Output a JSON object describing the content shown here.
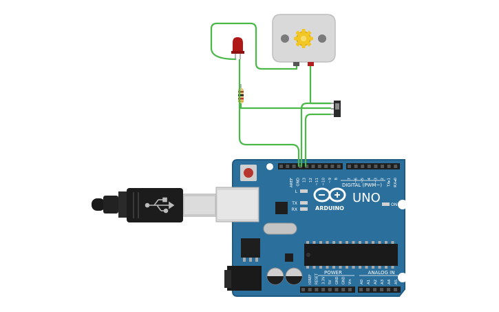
{
  "board": {
    "brand": "ARDUINO",
    "model": "UNO",
    "digital_label": "DIGITAL (PWM~)",
    "power_label": "POWER",
    "analog_label": "ANALOG IN",
    "on_label": "ON",
    "led_labels": {
      "l": "L",
      "tx": "TX",
      "rx": "RX"
    },
    "digital_pins_left": [
      "AREF",
      "GND",
      "13",
      "12",
      "~11",
      "~10",
      "~9",
      "8"
    ],
    "digital_pins_right": [
      "7",
      "~6",
      "~5",
      "4",
      "~3",
      "2",
      "TX▸1",
      "RX◂0"
    ],
    "power_pins": [
      "IOREF",
      "RESET",
      "3.3V",
      "5V",
      "GND",
      "GND",
      "Vin"
    ],
    "analog_pins": [
      "A0",
      "A1",
      "A2",
      "A3",
      "A4",
      "A5"
    ]
  },
  "colors": {
    "board": "#2b6f9c",
    "board_edge": "#1f5a82",
    "wire": "#49b847",
    "motor_body": "#d9d9d9",
    "led": "#b01818",
    "usb_cable": "#222222",
    "usb_port": "#d8d8d8"
  },
  "icons": {
    "motor_gear": "gear-icon",
    "usb_symbol": "usb-icon",
    "arduino_logo": "infinity-logo-icon"
  }
}
